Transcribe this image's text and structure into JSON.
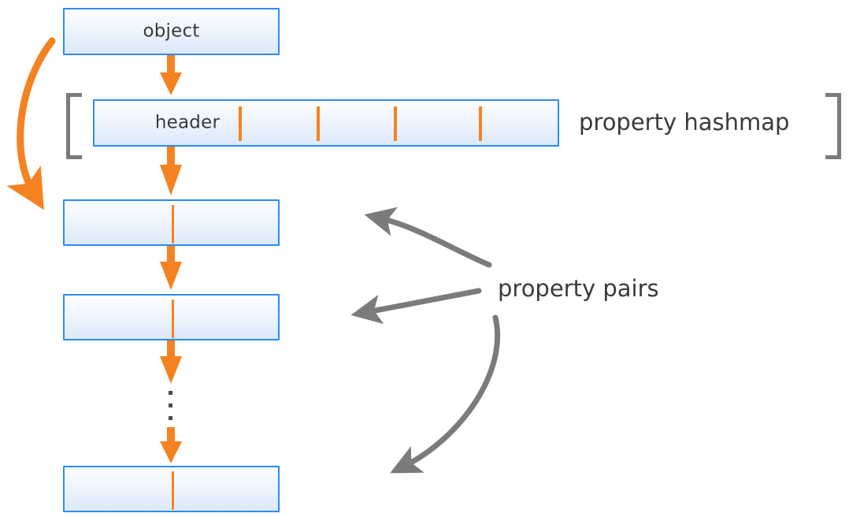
{
  "diagram": {
    "title": "object property hashmap and property pairs linked list",
    "colors": {
      "box_border": "#2e8bef",
      "box_fill_top": "#fcfdff",
      "box_fill_bottom": "#dce9fb",
      "arrow_orange": "#f58220",
      "arrow_gray": "#7b7b7b",
      "bracket_gray": "#7b7b7b",
      "text": "#3a3a3a",
      "background": "#ffffff"
    },
    "boxes": [
      {
        "id": "object",
        "label": "object",
        "has_divider": false
      },
      {
        "id": "header",
        "label": "header",
        "has_divider": false,
        "buckets": 4
      },
      {
        "id": "pair-1",
        "label": "",
        "has_divider": true
      },
      {
        "id": "pair-2",
        "label": "",
        "has_divider": true
      },
      {
        "id": "pair-n",
        "label": "",
        "has_divider": true
      }
    ],
    "captions": {
      "property_hashmap": "property hashmap",
      "property_pairs": "property pairs"
    },
    "ellipsis": "⋮",
    "arrows": {
      "object_to_header": "down-arrow",
      "header_to_pair1": "down-arrow",
      "pair1_to_pair2": "down-arrow",
      "pair2_to_ellipsis": "down-arrow",
      "ellipsis_to_pairn": "down-arrow",
      "object_curve_to_pair1": "curved-orange-arrow",
      "pairs_label_to_pair1": "curved-gray-arrow",
      "pairs_label_to_pair2": "straight-gray-arrow",
      "pairs_label_to_pairn": "curved-gray-arrow"
    }
  }
}
